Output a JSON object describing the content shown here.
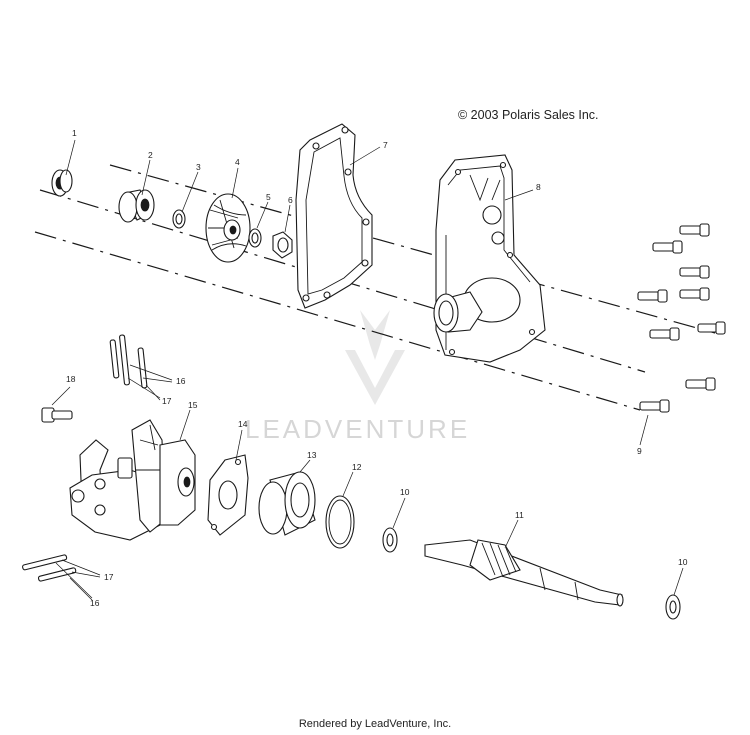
{
  "copyright": "© 2003 Polaris Sales Inc.",
  "footer": "Rendered by LeadVenture, Inc.",
  "watermark": "LEADVENTURE",
  "callouts": {
    "c1": "1",
    "c2": "2",
    "c3": "3",
    "c4": "4",
    "c5": "5",
    "c6": "6",
    "c7": "7",
    "c8": "8",
    "c9": "9",
    "c10a": "10",
    "c10b": "10",
    "c11": "11",
    "c12": "12",
    "c13": "13",
    "c14": "14",
    "c15": "15",
    "c16a": "16",
    "c16b": "16",
    "c17a": "17",
    "c17b": "17",
    "c18": "18"
  }
}
